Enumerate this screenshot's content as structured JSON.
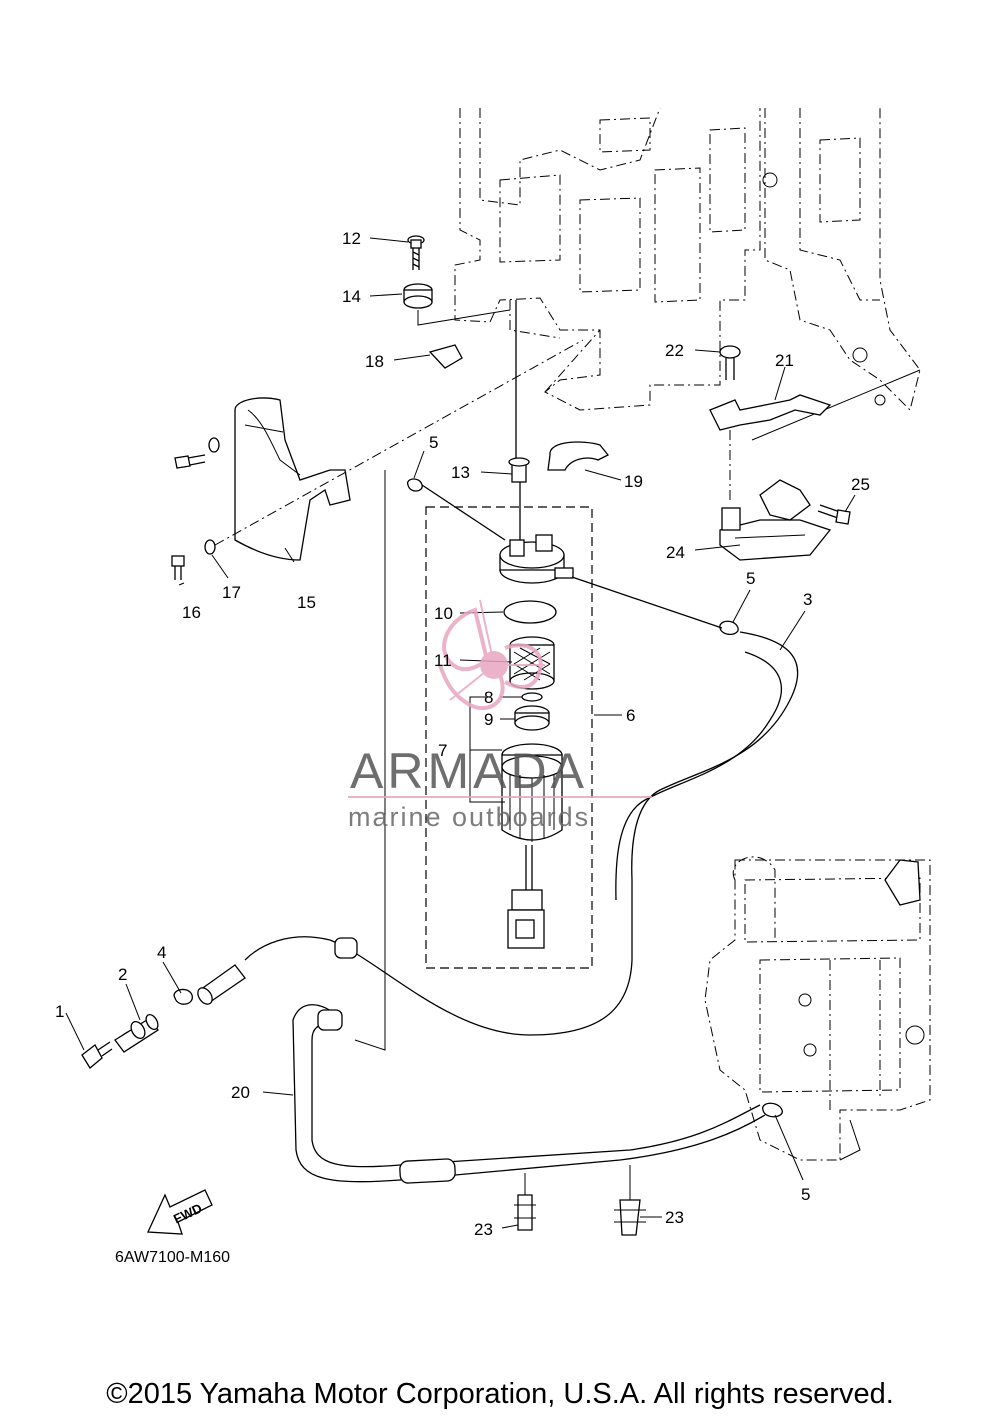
{
  "callouts": {
    "c1": "1",
    "c2": "2",
    "c3": "3",
    "c4": "4",
    "c5a": "5",
    "c5b": "5",
    "c5c": "5",
    "c6": "6",
    "c7": "7",
    "c8": "8",
    "c9": "9",
    "c10": "10",
    "c11": "11",
    "c12": "12",
    "c13": "13",
    "c14": "14",
    "c15": "15",
    "c16": "16",
    "c17": "17",
    "c18": "18",
    "c19": "19",
    "c20": "20",
    "c21": "21",
    "c22": "22",
    "c23a": "23",
    "c23b": "23",
    "c24": "24",
    "c25": "25"
  },
  "fwd_label": "FWD",
  "diagram_code": "6AW7100-M160",
  "watermark": {
    "title": "ARMADA",
    "subtitle": "marine outboards",
    "accent_color": "#e8a6c0"
  },
  "copyright": "©2015 Yamaha Motor Corporation, U.S.A. All rights reserved."
}
